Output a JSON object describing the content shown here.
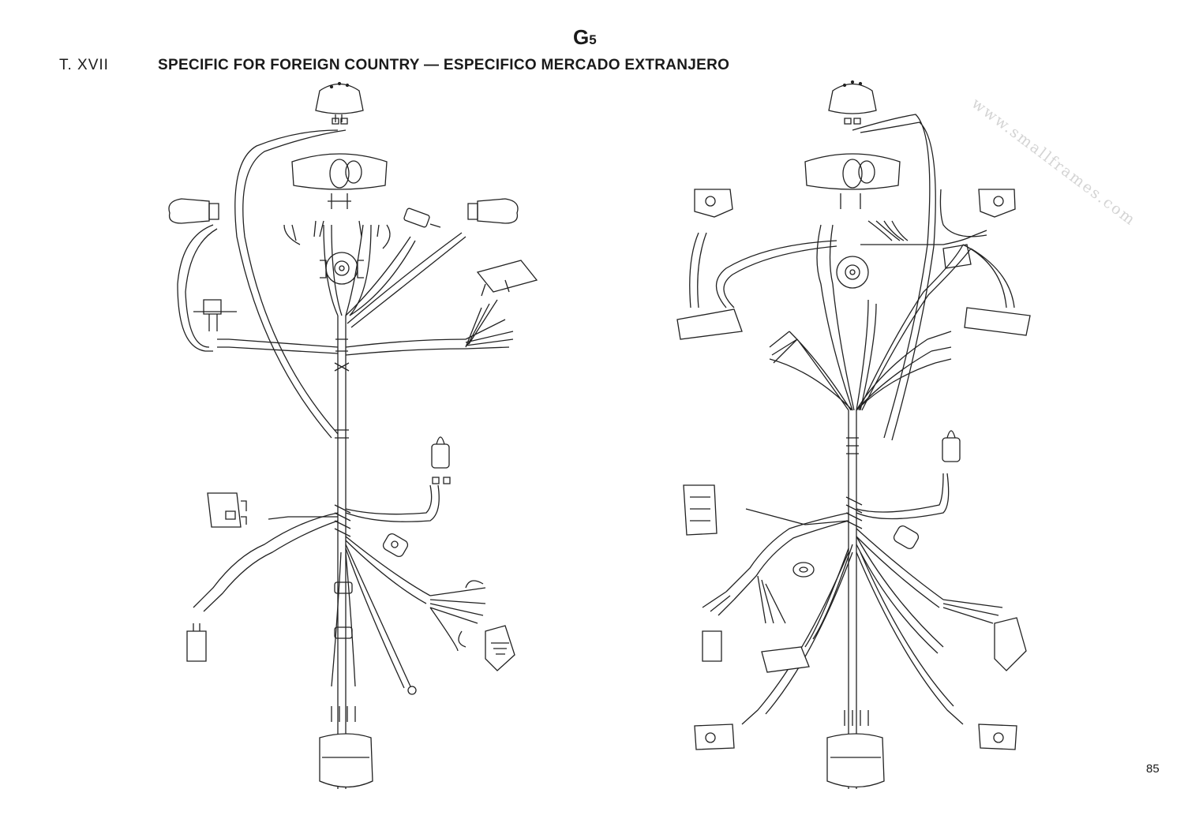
{
  "header": {
    "section_code": "G",
    "section_sub": "5",
    "table_number": "T.   XVII",
    "title": "SPECIFIC FOR FOREIGN COUNTRY — ESPECIFICO MERCADO EXTRANJERO"
  },
  "watermark": "www.smallframes.com",
  "page_number": "85",
  "diagrams": [
    "left-wiring-harness",
    "right-wiring-harness"
  ]
}
